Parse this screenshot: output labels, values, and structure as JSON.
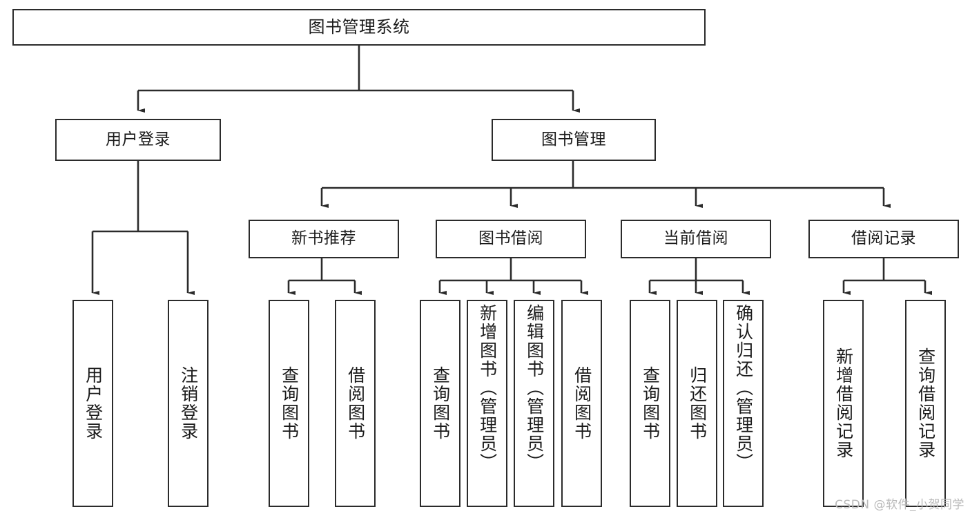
{
  "diagram": {
    "title": "图书管理系统",
    "type": "tree-hierarchy-diagram",
    "colors": {
      "box_border": "#2b2b2b",
      "box_fill": "#ffffff",
      "line": "#2b2b2b",
      "text": "#1a1a1a",
      "watermark": "#b9b9b9",
      "background": "#ffffff"
    },
    "root": {
      "label": "图书管理系统"
    },
    "level2": [
      {
        "label": "用户登录"
      },
      {
        "label": "图书管理"
      }
    ],
    "level3": [
      {
        "label": "新书推荐"
      },
      {
        "label": "图书借阅"
      },
      {
        "label": "当前借阅"
      },
      {
        "label": "借阅记录"
      }
    ],
    "leaves": {
      "user_login": [
        {
          "label": "用户登录"
        },
        {
          "label": "注销登录"
        }
      ],
      "new_book": [
        {
          "label": "查询图书"
        },
        {
          "label": "借阅图书"
        }
      ],
      "book_borrow": [
        {
          "label": "查询图书"
        },
        {
          "label": "新增图书（管理员）"
        },
        {
          "label": "编辑图书（管理员）"
        },
        {
          "label": "借阅图书"
        }
      ],
      "current_borrow": [
        {
          "label": "查询图书"
        },
        {
          "label": "归还图书"
        },
        {
          "label": "确认归还（管理员）"
        }
      ],
      "borrow_record": [
        {
          "label": "新增借阅记录"
        },
        {
          "label": "查询借阅记录"
        }
      ]
    }
  },
  "watermark": {
    "text": "CSDN @软件_小贺同学"
  }
}
